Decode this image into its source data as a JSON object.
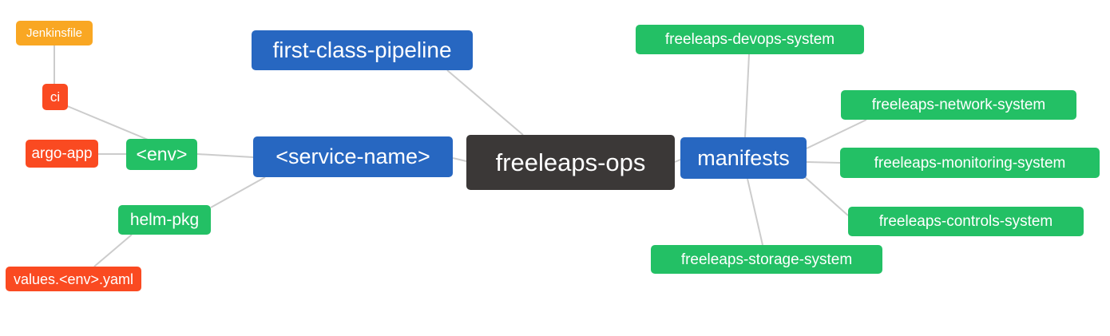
{
  "diagram": {
    "type": "mindmap",
    "root": "freeleaps-ops",
    "colors": {
      "blue": "#2767c1",
      "green": "#23c065",
      "red": "#fa4a21",
      "orange": "#f9a723",
      "dark": "#3b3837",
      "edge": "#cccccc",
      "text": "#ffffff"
    },
    "nodes": {
      "jenkinsfile": {
        "label": "Jenkinsfile",
        "color": "orange"
      },
      "ci": {
        "label": "ci",
        "color": "red"
      },
      "argo_app": {
        "label": "argo-app",
        "color": "red"
      },
      "env": {
        "label": "<env>",
        "color": "green"
      },
      "helm_pkg": {
        "label": "helm-pkg",
        "color": "green"
      },
      "values_env_yaml": {
        "label": "values.<env>.yaml",
        "color": "red"
      },
      "service_name": {
        "label": "<service-name>",
        "color": "blue"
      },
      "first_class_pipeline": {
        "label": "first-class-pipeline",
        "color": "blue"
      },
      "freeleaps_ops": {
        "label": "freeleaps-ops",
        "color": "dark"
      },
      "manifests": {
        "label": "manifests",
        "color": "blue"
      },
      "devops_system": {
        "label": "freeleaps-devops-system",
        "color": "green"
      },
      "network_system": {
        "label": "freeleaps-network-system",
        "color": "green"
      },
      "monitoring_system": {
        "label": "freeleaps-monitoring-system",
        "color": "green"
      },
      "controls_system": {
        "label": "freeleaps-controls-system",
        "color": "green"
      },
      "storage_system": {
        "label": "freeleaps-storage-system",
        "color": "green"
      }
    },
    "edges": [
      [
        "jenkinsfile",
        "ci"
      ],
      [
        "ci",
        "env"
      ],
      [
        "argo_app",
        "env"
      ],
      [
        "env",
        "service_name"
      ],
      [
        "helm_pkg",
        "service_name"
      ],
      [
        "values_env_yaml",
        "helm_pkg"
      ],
      [
        "first_class_pipeline",
        "freeleaps_ops"
      ],
      [
        "service_name",
        "freeleaps_ops"
      ],
      [
        "freeleaps_ops",
        "manifests"
      ],
      [
        "manifests",
        "devops_system"
      ],
      [
        "manifests",
        "network_system"
      ],
      [
        "manifests",
        "monitoring_system"
      ],
      [
        "manifests",
        "controls_system"
      ],
      [
        "manifests",
        "storage_system"
      ]
    ]
  }
}
